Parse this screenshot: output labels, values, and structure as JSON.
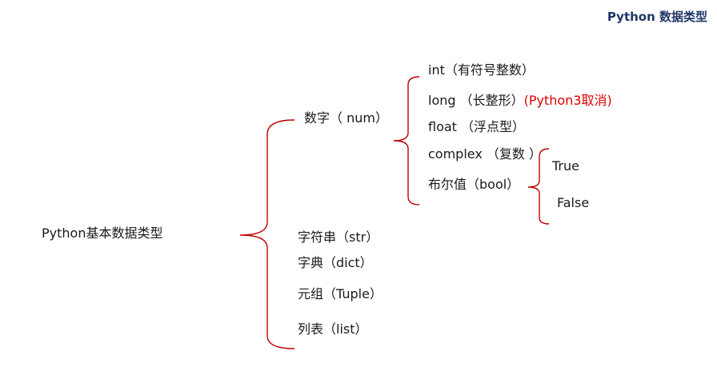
{
  "title": "Python 数据类型",
  "root": "Python基本数据类型",
  "level1": {
    "number": "数字（ num）",
    "string": "字符串（str）",
    "dict": "字典（dict）",
    "tuple": "元组（Tuple）",
    "list": "列表（list）"
  },
  "number_types": {
    "int": "int（有符号整数）",
    "long": "long （长整形）",
    "long_note": "(Python3取消)",
    "float": "float （浮点型）",
    "complex": "complex （复数 ）",
    "bool": "布尔值（bool）"
  },
  "bool_values": {
    "true": "True",
    "false": "False"
  },
  "colors": {
    "bracket": "#c00000",
    "note": "#e00000",
    "title": "#1f3864"
  }
}
